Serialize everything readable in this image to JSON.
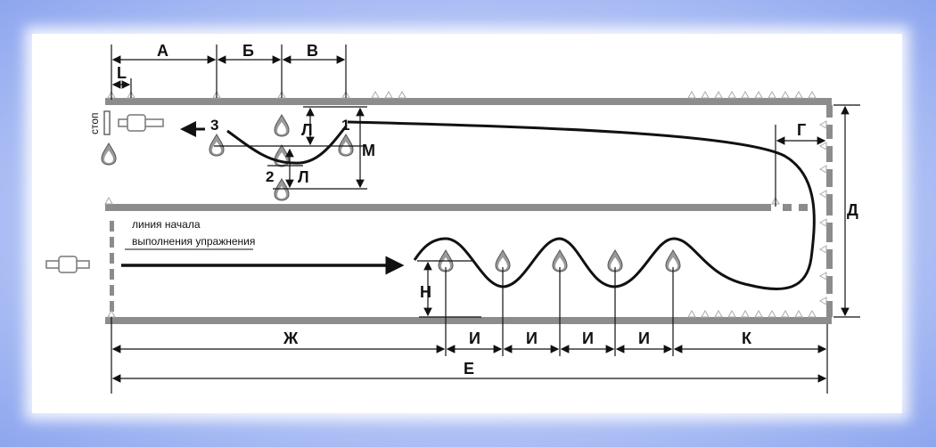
{
  "diagram": {
    "dim_labels": {
      "A": "А",
      "B": "Б",
      "V": "В",
      "L": "L",
      "L_rus": "Л",
      "L_rus2": "Л",
      "M": "М",
      "G": "Г",
      "D": "Д",
      "N": "Н",
      "ZH": "Ж",
      "I1": "И",
      "I2": "И",
      "I3": "И",
      "I4": "И",
      "K": "К",
      "E": "Е"
    },
    "gate_numbers": {
      "one": "1",
      "two": "2",
      "three": "3"
    },
    "stop_label": "стоп",
    "start_line_label_1": "линия начала",
    "start_line_label_2": "выполнения упражнения"
  }
}
